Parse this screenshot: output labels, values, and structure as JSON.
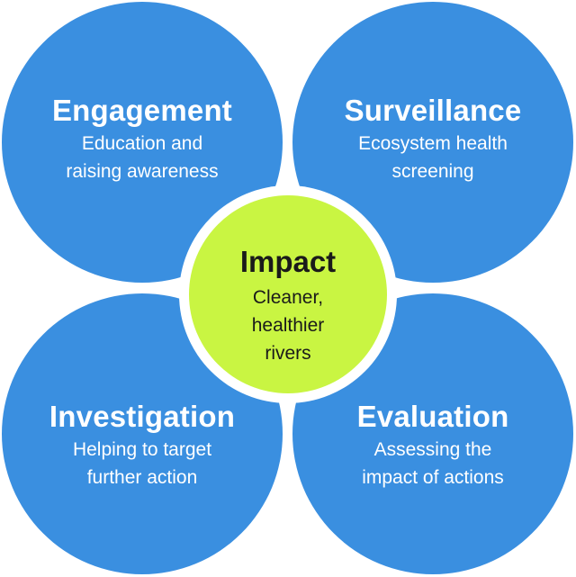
{
  "colors": {
    "petal": "#3a8fe0",
    "center": "#c9f542",
    "petal_text": "#ffffff",
    "center_text": "#1a1a1a"
  },
  "petals": {
    "engagement": {
      "title": "Engagement",
      "line1": "Education and",
      "line2": "raising awareness"
    },
    "surveillance": {
      "title": "Surveillance",
      "line1": "Ecosystem health",
      "line2": "screening"
    },
    "investigation": {
      "title": "Investigation",
      "line1": "Helping to target",
      "line2": "further action"
    },
    "evaluation": {
      "title": "Evaluation",
      "line1": "Assessing the",
      "line2": "impact of actions"
    }
  },
  "center": {
    "title": "Impact",
    "line1": "Cleaner,",
    "line2": "healthier",
    "line3": "rivers"
  }
}
